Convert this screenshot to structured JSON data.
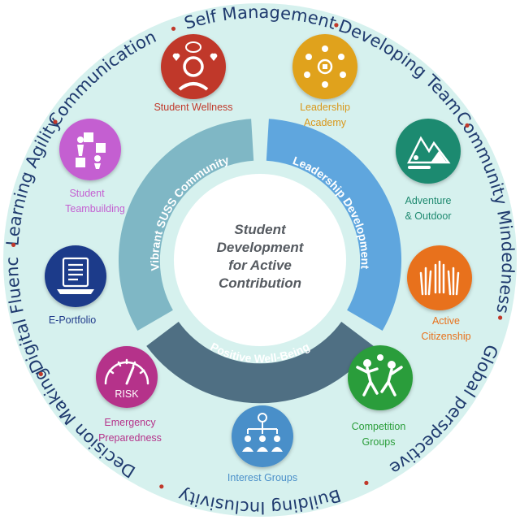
{
  "outer_skills": [
    {
      "label": "Self Management",
      "angle": 0
    },
    {
      "label": "Developing Team",
      "angle": 36
    },
    {
      "label": "Community Mindedness",
      "angle": 78
    },
    {
      "label": "Global perspective",
      "angle": 129
    },
    {
      "label": "Building Inclusivity",
      "angle": 180
    },
    {
      "label": "Decision Making",
      "angle": 227
    },
    {
      "label": "Digital Fluency",
      "angle": 258
    },
    {
      "label": "Learning Agility",
      "angle": 289
    },
    {
      "label": "Communication",
      "angle": 319
    }
  ],
  "segments": {
    "community": "Vibrant SUSS Community",
    "leadership": "Leadership Development",
    "wellbeing": "Positive Well-Being"
  },
  "center": {
    "line1": "Student",
    "line2": "Development",
    "line3": "for Active",
    "line4": "Contribution"
  },
  "programmes": [
    {
      "id": "wellness",
      "line1": "Student Wellness",
      "line2": "",
      "color": "#c0392b",
      "icon": "wellness-icon"
    },
    {
      "id": "leadership",
      "line1": "Leadership",
      "line2": "Academy",
      "color": "#e0a21b",
      "icon": "leadership-icon"
    },
    {
      "id": "adventure",
      "line1": "Adventure",
      "line2": "& Outdoor",
      "color": "#1f8a70",
      "icon": "adventure-icon"
    },
    {
      "id": "citizenship",
      "line1": "Active",
      "line2": "Citizenship",
      "color": "#e8711c",
      "icon": "citizenship-icon"
    },
    {
      "id": "competition",
      "line1": "Competition",
      "line2": "Groups",
      "color": "#2a9d3a",
      "icon": "competition-icon"
    },
    {
      "id": "interest",
      "line1": "Interest Groups",
      "line2": "",
      "color": "#4a8fc9",
      "icon": "interest-icon"
    },
    {
      "id": "emergency",
      "line1": "Emergency",
      "line2": "Preparedness",
      "color": "#b5338a",
      "icon": "gauge-icon",
      "badge": "RISK"
    },
    {
      "id": "eportfolio",
      "line1": "E-Portfolio",
      "line2": "",
      "color": "#1f3a8a",
      "icon": "eportfolio-icon"
    },
    {
      "id": "teambuilding",
      "line1": "Student",
      "line2": "Teambuilding",
      "color": "#c45fd1",
      "icon": "teambuilding-icon"
    }
  ],
  "colors": {
    "background_disc": "#d6f1ee",
    "community_segment": "#7fb7c5",
    "leadership_segment": "#5fa6de",
    "wellbeing_segment": "#4f6f83"
  }
}
